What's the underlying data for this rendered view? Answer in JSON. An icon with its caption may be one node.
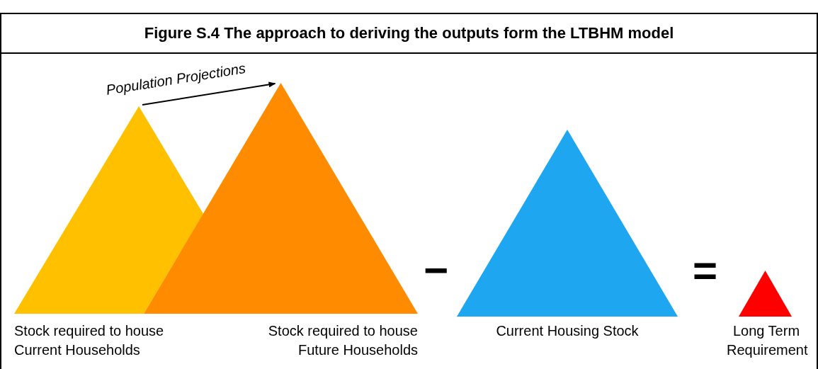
{
  "diagram": {
    "title": "Figure S.4 The approach to deriving the outputs form the LTBHM model",
    "nodes": [
      {
        "text": [
          "Stock required to house Current Households"
        ]
      },
      {
        "text": [
          "Stock required to house Future Households"
        ]
      },
      {
        "text": [
          "Current Housing Stock"
        ]
      },
      {
        "text": [
          "Long Term Requirement"
        ]
      }
    ],
    "edges": [
      {
        "from": 0,
        "to": 1,
        "arrow": "to",
        "label": "Population Projections"
      }
    ],
    "labels": [
      "−",
      "="
    ]
  }
}
